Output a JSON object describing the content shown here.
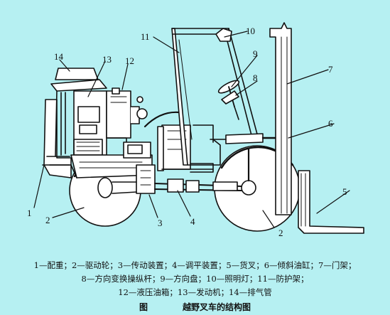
{
  "diagram": {
    "callouts": [
      "1",
      "2",
      "2",
      "3",
      "4",
      "5",
      "6",
      "7",
      "8",
      "9",
      "10",
      "11",
      "12",
      "13",
      "14"
    ]
  },
  "legend": {
    "line1": "1—配重；2—驱动轮；3—传动装置；4—调平装置；5—货叉；6—倾斜油缸；7—门架；",
    "line2": "8—方向变换操纵杆；9—方向盘；10—照明灯；11—防护架；",
    "line3": "12—液压油箱；13—发动机；14—排气管"
  },
  "caption": {
    "label": "图",
    "title": "越野叉车的结构图"
  },
  "colors": {
    "background": "#b6f0f2",
    "ink": "#111111",
    "machine_fill": "#ffffff"
  }
}
